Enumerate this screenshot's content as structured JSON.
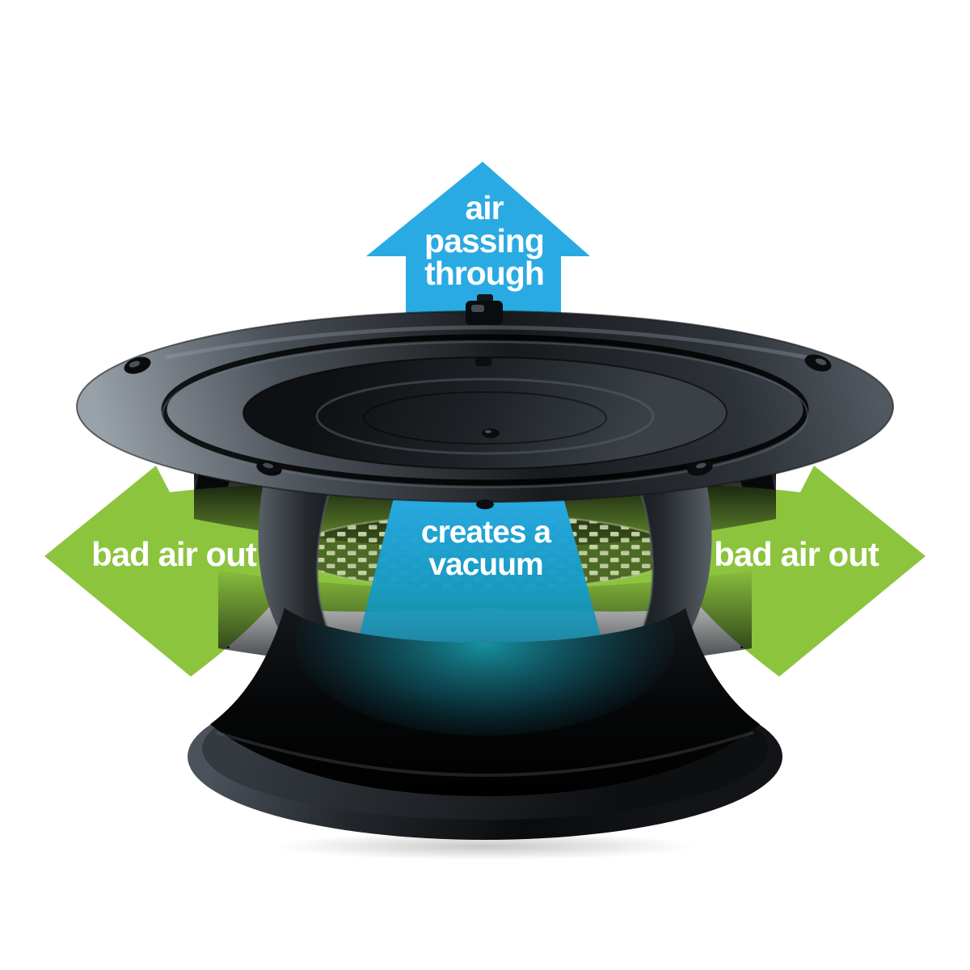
{
  "diagram": {
    "type": "product-airflow-infographic",
    "labels": {
      "air_passing": {
        "lines": [
          "air",
          "passing",
          "through"
        ]
      },
      "bad_air_left": "bad air out",
      "bad_air_right": "bad air out",
      "vacuum": {
        "lines": [
          "creates a",
          "vacuum"
        ]
      }
    },
    "colors": {
      "airflow_blue": "#2aaae2",
      "exhaust_green": "#8cc43e",
      "vacuum_teal": "#0f98b4",
      "label_text": "#ffffff",
      "product_black": "#0b0d0f",
      "background": "#ffffff"
    },
    "icons": [
      "up-arrow-icon",
      "left-arrow-icon",
      "right-arrow-icon"
    ]
  }
}
